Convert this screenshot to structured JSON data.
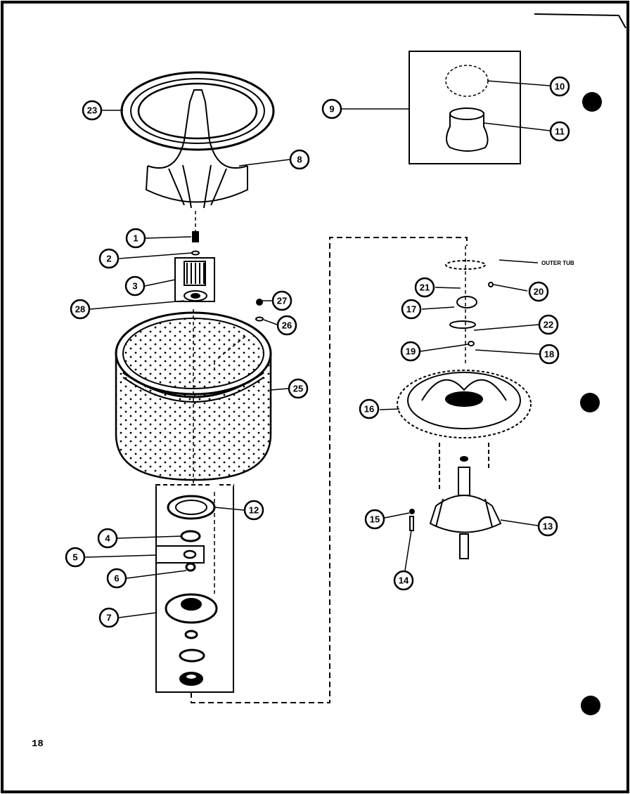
{
  "page_number": "18",
  "labels": {
    "outer_tub": "OUTER TUB"
  },
  "callouts": {
    "c1": "1",
    "c2": "2",
    "c3": "3",
    "c4": "4",
    "c5": "5",
    "c6": "6",
    "c7": "7",
    "c8": "8",
    "c9": "9",
    "c10": "10",
    "c11": "11",
    "c12": "12",
    "c13": "13",
    "c14": "14",
    "c15": "15",
    "c16": "16",
    "c17": "17",
    "c18": "18",
    "c19": "19",
    "c20": "20",
    "c21": "21",
    "c22": "22",
    "c23": "23",
    "c25": "25",
    "c26": "26",
    "c27": "27",
    "c28": "28"
  },
  "colors": {
    "ink": "#000000",
    "paper": "#ffffff"
  }
}
